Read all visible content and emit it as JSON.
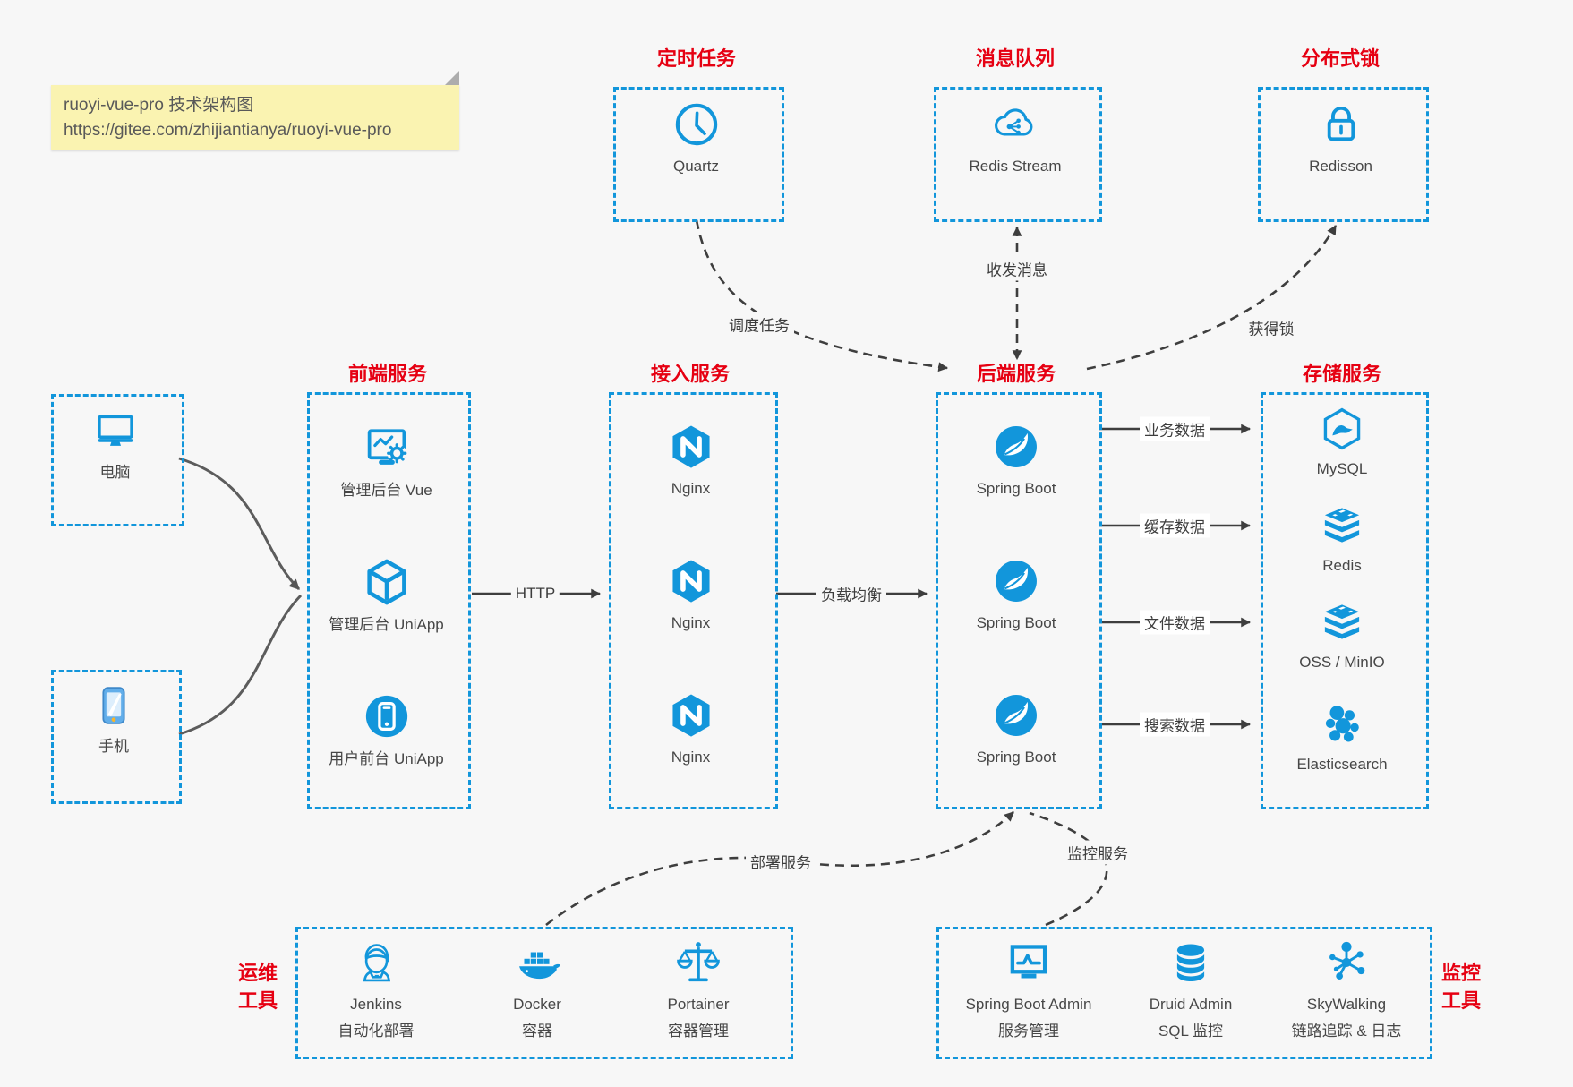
{
  "note": {
    "line1": "ruoyi-vue-pro 技术架构图",
    "line2": "https://gitee.com/zhijiantianya/ruoyi-vue-pro"
  },
  "colors": {
    "accent_blue": "#1296db",
    "title_red": "#e60012",
    "arrow_dark": "#3e3e3e",
    "note_bg": "#faf3b1",
    "background": "#f7f7f7"
  },
  "top_groups": [
    {
      "title": "定时任务",
      "item": {
        "icon": "clock-icon",
        "label": "Quartz"
      }
    },
    {
      "title": "消息队列",
      "item": {
        "icon": "cloud-stream-icon",
        "label": "Redis Stream"
      }
    },
    {
      "title": "分布式锁",
      "item": {
        "icon": "lock-icon",
        "label": "Redisson"
      }
    }
  ],
  "clients": [
    {
      "icon": "desktop-icon",
      "label": "电脑"
    },
    {
      "icon": "phone-icon",
      "label": "手机"
    }
  ],
  "columns": [
    {
      "title": "前端服务",
      "items": [
        {
          "icon": "admin-vue-icon",
          "label": "管理后台 Vue"
        },
        {
          "icon": "uniapp-cube-icon",
          "label": "管理后台 UniApp"
        },
        {
          "icon": "user-app-icon",
          "label": "用户前台 UniApp"
        }
      ]
    },
    {
      "title": "接入服务",
      "items": [
        {
          "icon": "nginx-icon",
          "label": "Nginx"
        },
        {
          "icon": "nginx-icon",
          "label": "Nginx"
        },
        {
          "icon": "nginx-icon",
          "label": "Nginx"
        }
      ]
    },
    {
      "title": "后端服务",
      "items": [
        {
          "icon": "spring-boot-icon",
          "label": "Spring Boot"
        },
        {
          "icon": "spring-boot-icon",
          "label": "Spring Boot"
        },
        {
          "icon": "spring-boot-icon",
          "label": "Spring Boot"
        }
      ]
    },
    {
      "title": "存储服务",
      "items": [
        {
          "icon": "mysql-icon",
          "label": "MySQL"
        },
        {
          "icon": "redis-stack-icon",
          "label": "Redis"
        },
        {
          "icon": "oss-stack-icon",
          "label": "OSS / MinIO"
        },
        {
          "icon": "elasticsearch-icon",
          "label": "Elasticsearch"
        }
      ]
    }
  ],
  "edges": {
    "http": "HTTP",
    "load_balance": "负载均衡",
    "business": "业务数据",
    "cache": "缓存数据",
    "file": "文件数据",
    "search": "搜索数据",
    "schedule": "调度任务",
    "message": "收发消息",
    "lock": "获得锁",
    "deploy": "部署服务",
    "monitor": "监控服务"
  },
  "bottom_groups": [
    {
      "title_lines": [
        "运维",
        "工具"
      ],
      "items": [
        {
          "icon": "jenkins-icon",
          "label": "Jenkins",
          "sublabel": "自动化部署"
        },
        {
          "icon": "docker-icon",
          "label": "Docker",
          "sublabel": "容器"
        },
        {
          "icon": "portainer-icon",
          "label": "Portainer",
          "sublabel": "容器管理"
        }
      ]
    },
    {
      "title_lines": [
        "监控",
        "工具"
      ],
      "items": [
        {
          "icon": "spring-boot-admin-icon",
          "label": "Spring Boot Admin",
          "sublabel": "服务管理"
        },
        {
          "icon": "druid-icon",
          "label": "Druid Admin",
          "sublabel": "SQL 监控"
        },
        {
          "icon": "skywalking-icon",
          "label": "SkyWalking",
          "sublabel": "链路追踪 & 日志"
        }
      ]
    }
  ]
}
